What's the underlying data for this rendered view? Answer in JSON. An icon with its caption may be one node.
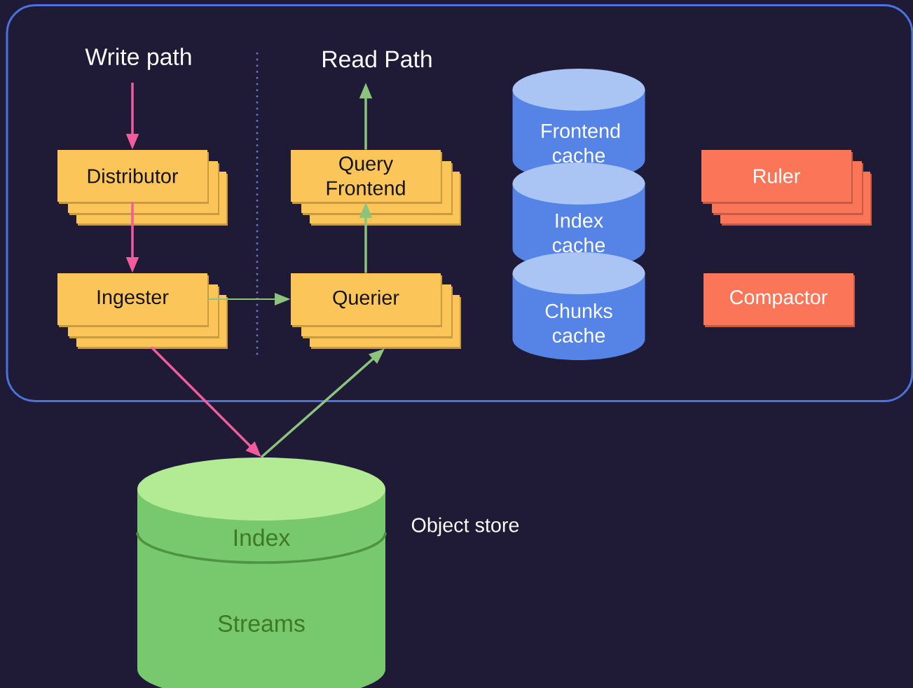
{
  "diagram": {
    "nodes": [
      {
        "text": [],
        "shape": "box"
      },
      {
        "text": [
          "Distributor"
        ],
        "in": 0
      },
      {
        "text": [
          "Query Frontend"
        ],
        "in": 0
      },
      {
        "text": [
          "Frontend cache"
        ],
        "in": 0
      },
      {
        "text": [
          "Ruler"
        ],
        "in": 0
      },
      {
        "text": [
          "Index cache"
        ],
        "in": 0
      },
      {
        "text": [
          "Ingester"
        ],
        "in": 0
      },
      {
        "text": [
          "Querier"
        ],
        "in": 0
      },
      {
        "text": [
          "Chunks cache"
        ],
        "in": 0
      },
      {
        "text": [
          "Compactor"
        ],
        "in": 0
      },
      {
        "text": [
          "Index",
          "Streams"
        ],
        "beside": [
          "Object store"
        ]
      }
    ],
    "edges": [
      {
        "from": null,
        "to": 1,
        "arrow": "to",
        "color": "#f25c9c"
      },
      {
        "from": 1,
        "to": 6,
        "arrow": "to",
        "color": "#f25c9c"
      },
      {
        "from": 6,
        "to": 7,
        "arrow": "to",
        "color": "#8bc47a"
      },
      {
        "from": 7,
        "to": 2,
        "arrow": "to",
        "color": "#8bc47a"
      },
      {
        "from": 2,
        "to": null,
        "arrow": "to",
        "color": "#8bc47a"
      },
      {
        "from": 6,
        "to": 10,
        "arrow": "to",
        "color": "#f25c9c"
      },
      {
        "from": 10,
        "to": 7,
        "arrow": "to",
        "color": "#8bc47a"
      }
    ],
    "labels": [
      "Write path",
      "Read Path"
    ]
  }
}
